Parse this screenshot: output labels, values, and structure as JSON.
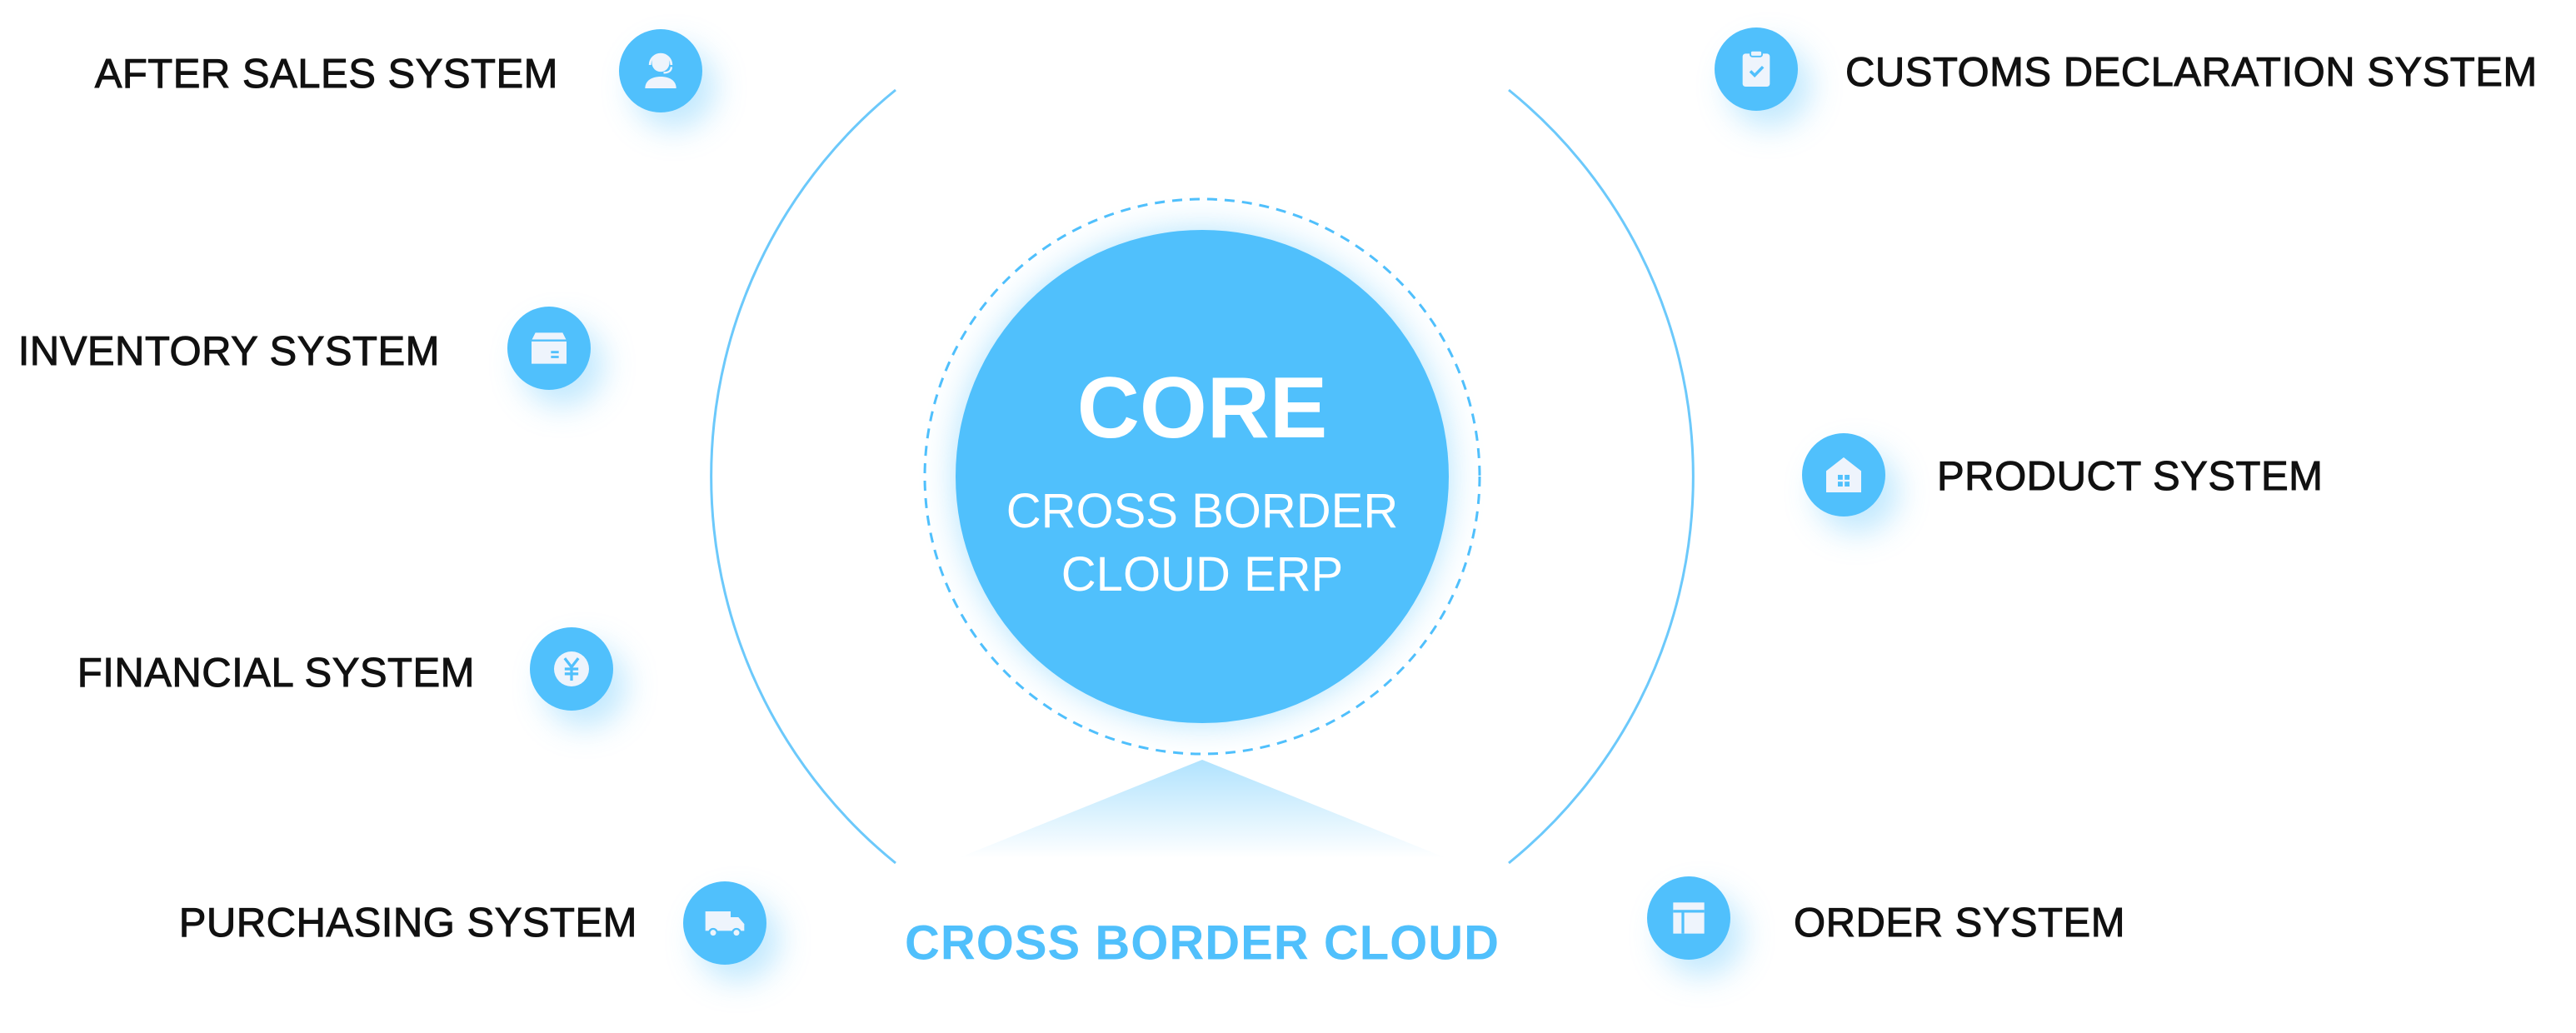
{
  "core": {
    "title": "CORE",
    "subtitle_line1": "CROSS BORDER",
    "subtitle_line2": "CLOUD ERP"
  },
  "footer_label": "CROSS BORDER CLOUD",
  "systems": {
    "after_sales": {
      "label": "AFTER SALES SYSTEM",
      "icon": "customer-service-icon"
    },
    "inventory": {
      "label": "INVENTORY SYSTEM",
      "icon": "box-icon"
    },
    "financial": {
      "label": "FINANCIAL SYSTEM",
      "icon": "yen-icon"
    },
    "purchasing": {
      "label": "PURCHASING SYSTEM",
      "icon": "truck-icon"
    },
    "customs": {
      "label": "CUSTOMS DECLARATION SYSTEM",
      "icon": "clipboard-check-icon"
    },
    "product": {
      "label": "PRODUCT SYSTEM",
      "icon": "house-icon"
    },
    "order": {
      "label": "ORDER SYSTEM",
      "icon": "layout-icon"
    }
  },
  "colors": {
    "accent": "#50c0fc",
    "text": "#111111",
    "icon_glyph": "#eef4fc"
  }
}
